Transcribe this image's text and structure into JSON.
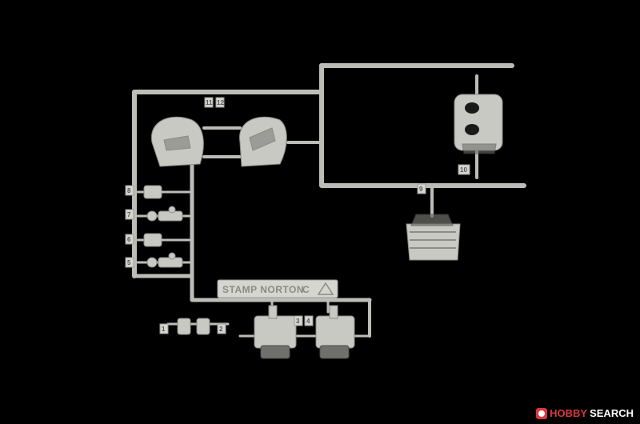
{
  "image": {
    "background": "#000000",
    "plastic_color": "#c9c9c4"
  },
  "sprue": {
    "stamp_label": "STAMP NORTON",
    "stamp_symbol": "C",
    "part_numbers": [
      "11",
      "12",
      "10",
      "9",
      "8",
      "7",
      "6",
      "5",
      "1",
      "2",
      "3",
      "4"
    ]
  },
  "watermark": {
    "brand": "HOBBY",
    "brand_suffix": "SEARCH",
    "brand_color": "#d9363e",
    "suffix_color": "#ffffff"
  }
}
